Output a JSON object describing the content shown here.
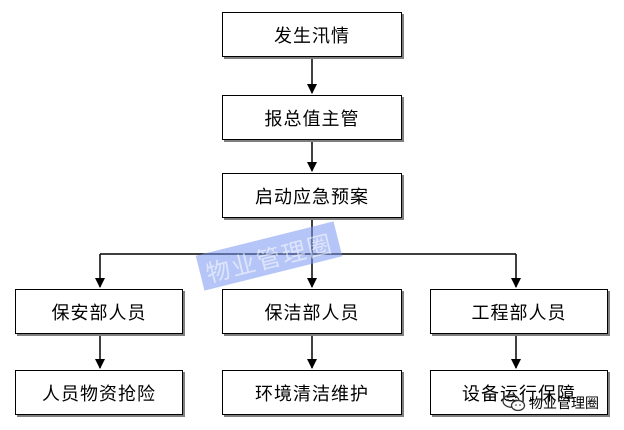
{
  "nodes": {
    "start": "发生汛情",
    "report": "报总值主管",
    "plan": "启动应急预案",
    "security": "保安部人员",
    "cleaning": "保洁部人员",
    "engineering": "工程部人员",
    "security_task": "人员物资抢险",
    "cleaning_task": "环境清洁维护",
    "engineering_task": "设备运行保障"
  },
  "watermark": {
    "stamp_text": "物业管理圈",
    "wechat_label": "物业管理圈"
  },
  "colors": {
    "line": "#000000",
    "shadow": "#7f7f7f",
    "stamp": "#7896f0"
  }
}
